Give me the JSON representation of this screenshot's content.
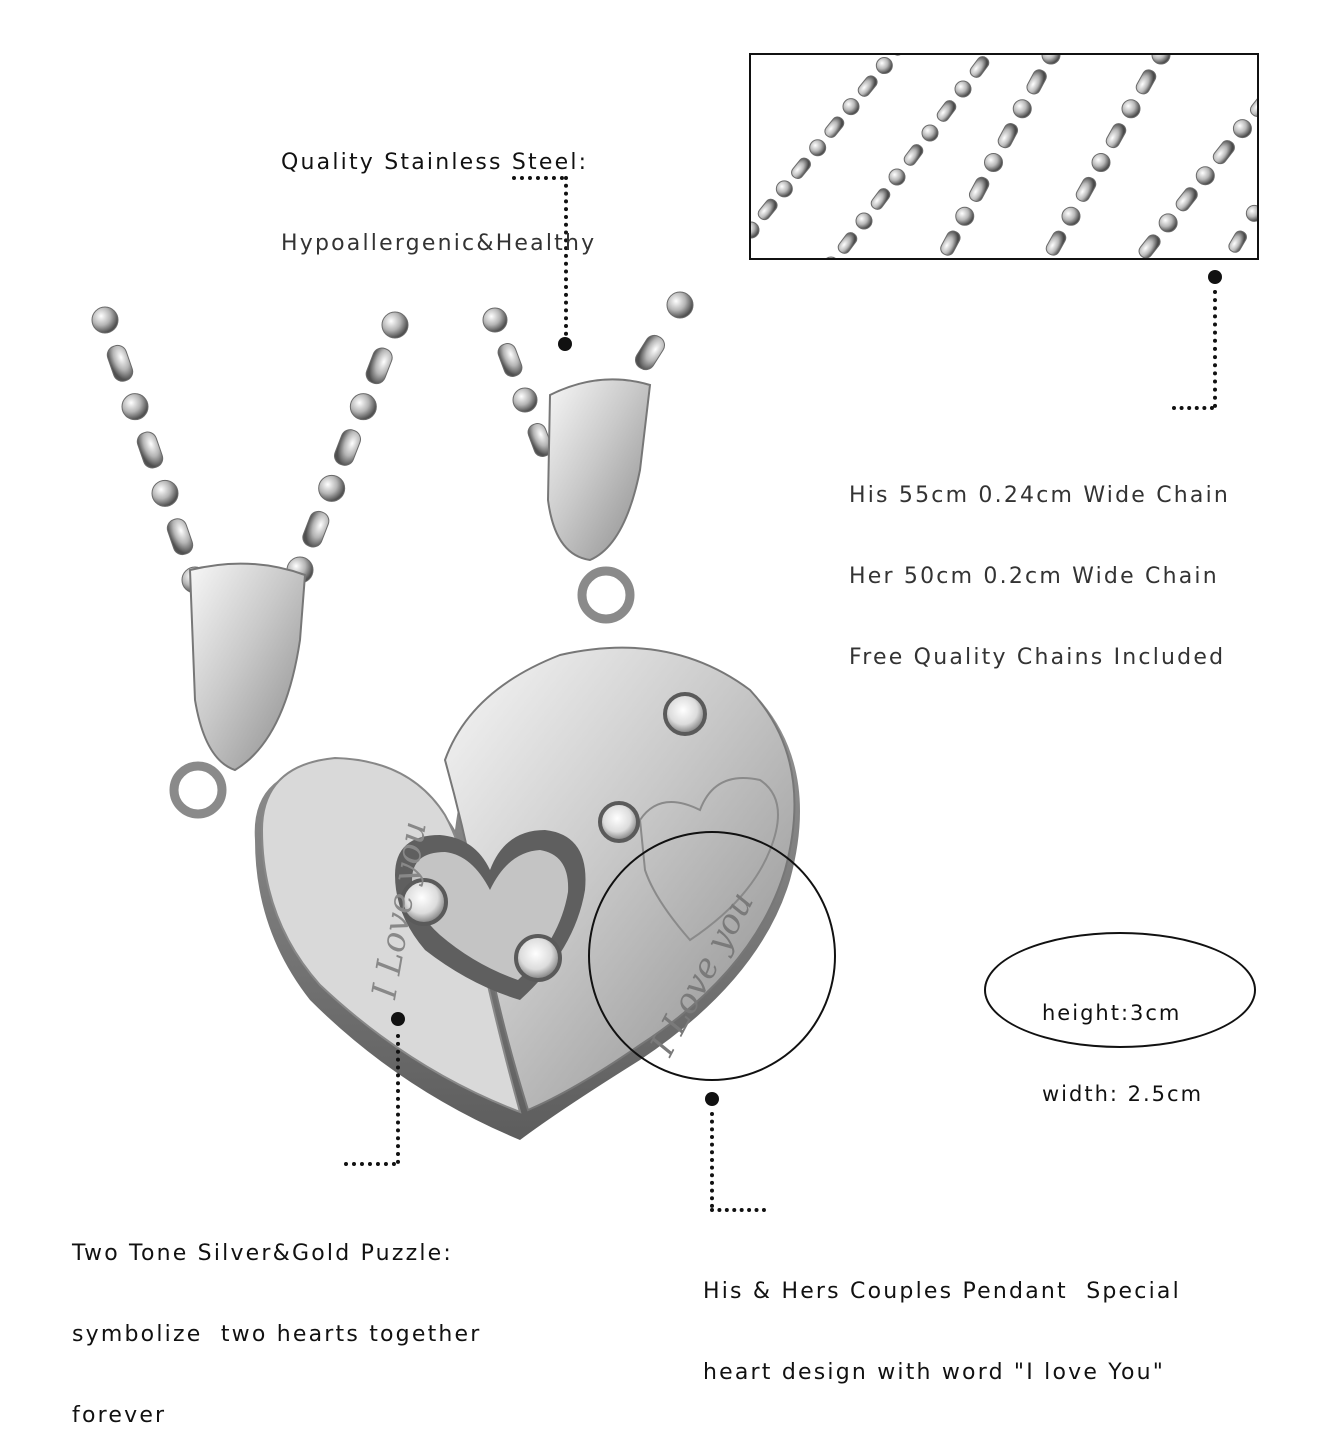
{
  "captions": {
    "steel": {
      "line1": "Quality Stainless Steel:",
      "line2": "Hypoallergenic&Healthy"
    },
    "chain": {
      "line1": "His 55cm 0.24cm Wide Chain",
      "line2": "Her 50cm 0.2cm Wide Chain",
      "line3": "Free Quality Chains Included"
    },
    "dimensions": {
      "height": "height:3cm",
      "width": "width: 2.5cm"
    },
    "puzzle": {
      "line1": "Two Tone Silver&Gold Puzzle:",
      "line2": "symbolize  two hearts together",
      "line3": "forever"
    },
    "design": {
      "line1": "His & Hers Couples Pendant  Special",
      "line2": "heart design with word \"I love You\""
    }
  },
  "engraving": {
    "left_half": "I Love you",
    "right_half": "I Love you"
  },
  "colors": {
    "text": "#111111",
    "steel_light": "#eeeeee",
    "steel_mid": "#bdbdbd",
    "steel_dark": "#6e6e6e",
    "frosted": "#d8d8d8"
  }
}
